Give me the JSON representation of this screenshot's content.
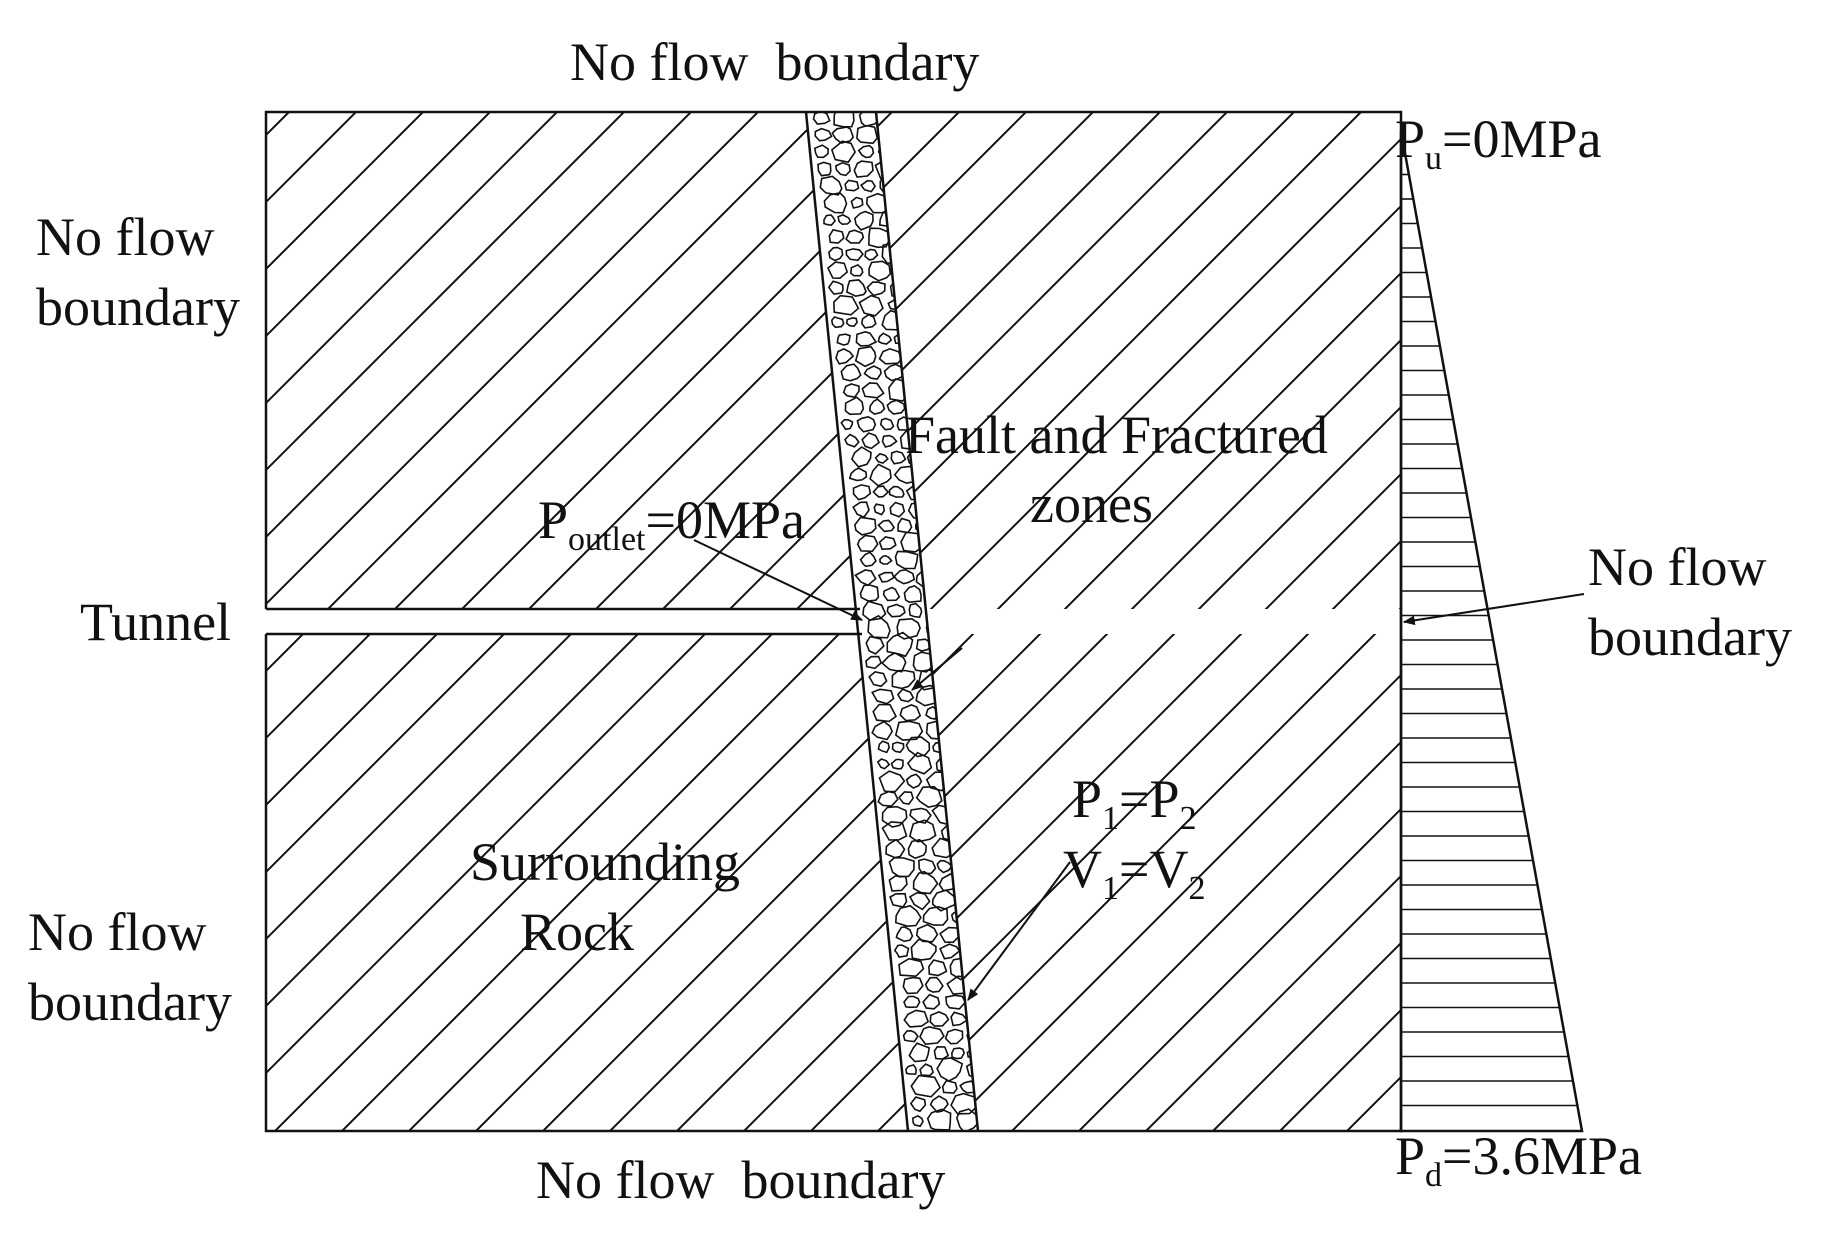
{
  "labels": {
    "top_boundary": "No flow  boundary",
    "bottom_boundary": "No flow  boundary",
    "left_top_boundary": [
      "No flow",
      "boundary"
    ],
    "left_bottom_boundary": [
      "No flow",
      "boundary"
    ],
    "right_boundary": [
      "No flow",
      "boundary"
    ],
    "tunnel": "Tunnel",
    "fault_zone": [
      "Fault and Fractured",
      "zones"
    ],
    "surrounding_rock": [
      "Surrounding",
      "Rock"
    ],
    "p_outlet": {
      "base": "P",
      "sub": "outlet",
      "rest": "=0MPa"
    },
    "p_upper": {
      "base": "P",
      "sub": "u",
      "rest": "=0MPa"
    },
    "p_lower": {
      "base": "P",
      "sub": "d",
      "rest": "=3.6MPa"
    },
    "continuity_p": {
      "a": "P",
      "a_sub": "1",
      "eq": "=P",
      "b_sub": "2"
    },
    "continuity_v": {
      "a": "V",
      "a_sub": "1",
      "eq": "=V",
      "b_sub": "2"
    }
  },
  "colors": {
    "line": "#111111",
    "background": "#ffffff"
  }
}
